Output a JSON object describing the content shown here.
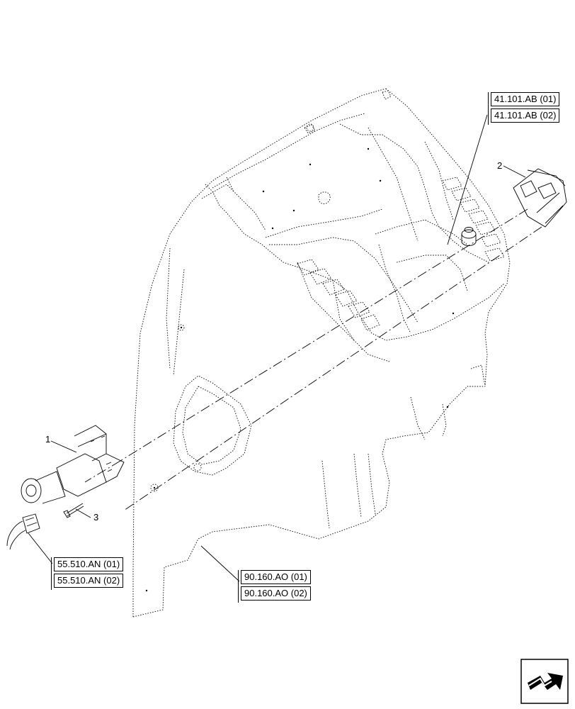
{
  "callouts": {
    "item_1": "1",
    "item_2": "2",
    "item_3": "3"
  },
  "references": {
    "top_right": [
      "41.101.AB (01)",
      "41.101.AB (02)"
    ],
    "bottom_left": [
      "55.510.AN (01)",
      "55.510.AN (02)"
    ],
    "bottom_center": [
      "90.160.AO (01)",
      "90.160.AO (02)"
    ]
  },
  "icons": {
    "nav": "next-page-arrow-icon"
  },
  "colors": {
    "line": "#000000",
    "background": "#ffffff"
  }
}
